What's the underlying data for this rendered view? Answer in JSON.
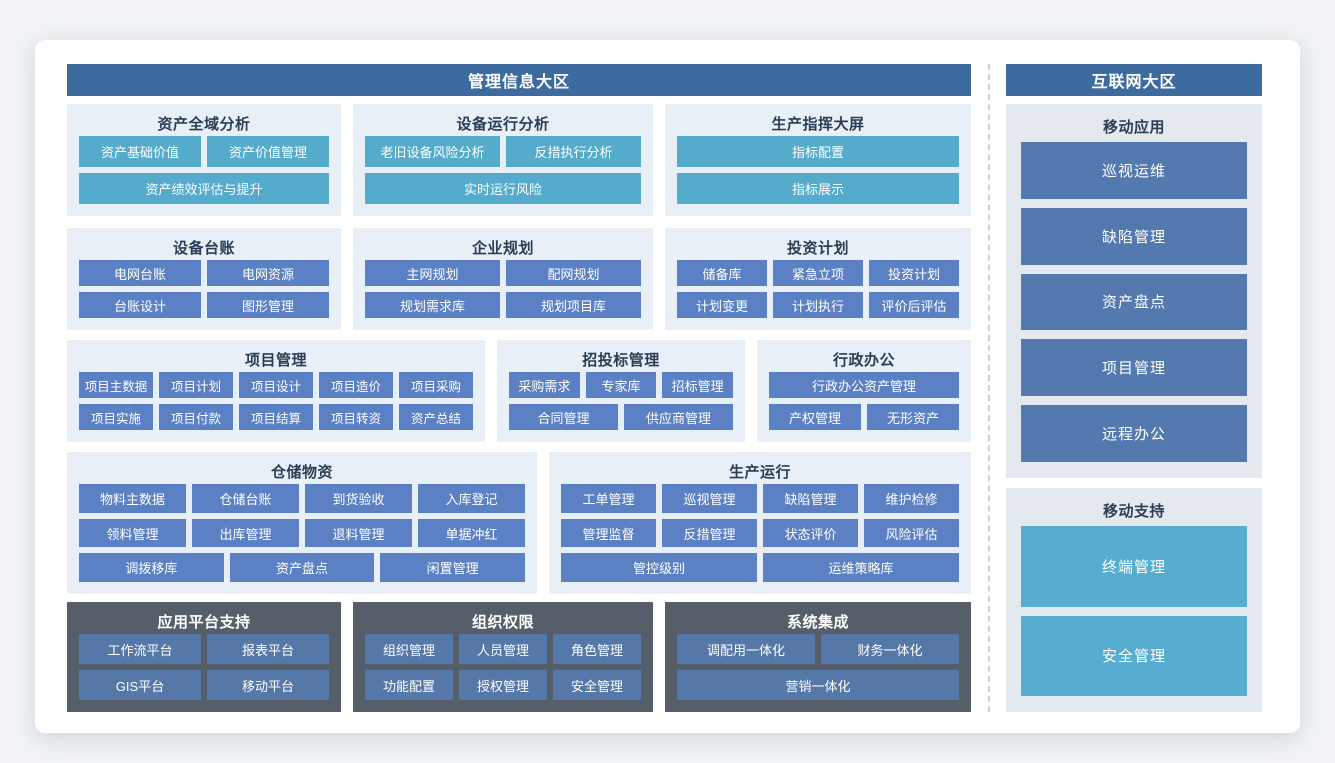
{
  "left": {
    "header": "管理信息大区",
    "sections": [
      {
        "title": "资产全域分析",
        "buttons": [
          "资产基础价值",
          "资产价值管理",
          "资产绩效评估与提升"
        ]
      },
      {
        "title": "设备运行分析",
        "buttons": [
          "老旧设备风险分析",
          "反措执行分析",
          "实时运行风险"
        ]
      },
      {
        "title": "生产指挥大屏",
        "buttons": [
          "指标配置",
          "指标展示"
        ]
      },
      {
        "title": "设备台账",
        "buttons": [
          "电网台账",
          "电网资源",
          "台账设计",
          "图形管理"
        ]
      },
      {
        "title": "企业规划",
        "buttons": [
          "主网规划",
          "配网规划",
          "规划需求库",
          "规划项目库"
        ]
      },
      {
        "title": "投资计划",
        "buttons": [
          "储备库",
          "紧急立项",
          "投资计划",
          "计划变更",
          "计划执行",
          "评价后评估"
        ]
      },
      {
        "title": "项目管理",
        "buttons": [
          "项目主数据",
          "项目计划",
          "项目设计",
          "项目造价",
          "项目采购",
          "项目实施",
          "项目付款",
          "项目结算",
          "项目转资",
          "资产总结"
        ]
      },
      {
        "title": "招投标管理",
        "buttons": [
          "采购需求",
          "专家库",
          "招标管理",
          "合同管理",
          "供应商管理"
        ]
      },
      {
        "title": "行政办公",
        "buttons": [
          "行政办公资产管理",
          "产权管理",
          "无形资产"
        ]
      },
      {
        "title": "仓储物资",
        "buttons": [
          "物料主数据",
          "仓储台账",
          "到货验收",
          "入库登记",
          "领料管理",
          "出库管理",
          "退料管理",
          "单据冲红",
          "调拨移库",
          "资产盘点",
          "闲置管理"
        ]
      },
      {
        "title": "生产运行",
        "buttons": [
          "工单管理",
          "巡视管理",
          "缺陷管理",
          "维护检修",
          "管理监督",
          "反措管理",
          "状态评价",
          "风险评估",
          "管控级别",
          "运维策略库"
        ]
      },
      {
        "title": "应用平台支持",
        "buttons": [
          "工作流平台",
          "报表平台",
          "GIS平台",
          "移动平台"
        ]
      },
      {
        "title": "组织权限",
        "buttons": [
          "组织管理",
          "人员管理",
          "角色管理",
          "功能配置",
          "授权管理",
          "安全管理"
        ]
      },
      {
        "title": "系统集成",
        "buttons": [
          "调配用一体化",
          "财务一体化",
          "营销一体化"
        ]
      }
    ]
  },
  "right": {
    "header": "互联网大区",
    "groups": [
      {
        "title": "移动应用",
        "buttons": [
          "巡视运维",
          "缺陷管理",
          "资产盘点",
          "项目管理",
          "远程办公"
        ]
      },
      {
        "title": "移动支持",
        "buttons": [
          "终端管理",
          "安全管理"
        ]
      }
    ]
  },
  "colors": {
    "zone_header_blue": "#3e6b9f",
    "teal_button": "#55abcb",
    "blue_button": "#5b80c4",
    "steel_button": "#5578a8",
    "right_steel_button": "#5479ae",
    "right_teal_button": "#56add0",
    "light_panel_bg": "#e9eff6",
    "right_panel_bg": "#e4e9f0",
    "dark_panel_bg": "#565e6a",
    "title_text": "#2c3e57"
  }
}
